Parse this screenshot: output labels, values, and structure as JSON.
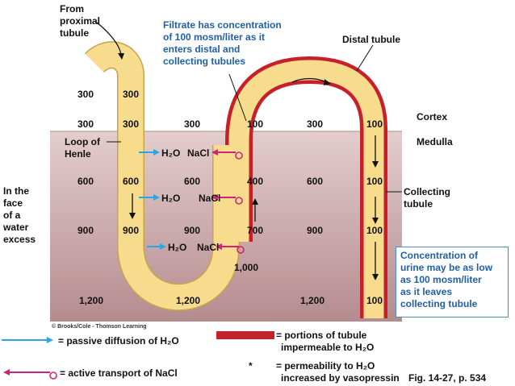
{
  "labels": {
    "from_proximal": [
      "From",
      "proximal",
      "tubule"
    ],
    "filtrate_note": [
      "Filtrate has concentration",
      "of 100 mosm/liter as it",
      "enters distal and",
      "collecting tubules"
    ],
    "distal_tubule": "Distal tubule",
    "cortex": "Cortex",
    "medulla": "Medulla",
    "loop_of_henle": [
      "Loop of",
      "Henle"
    ],
    "collecting_tubule": [
      "Collecting",
      "tubule"
    ],
    "in_the_face": [
      "In the",
      "face",
      "of a",
      "water",
      "excess"
    ],
    "urine_note": [
      "Concentration of",
      "urine may be as low",
      "as 100 mosm/liter",
      "as it leaves",
      "collecting tubule"
    ],
    "copyright": "© Brooks/Cole - Thomson Learning",
    "figure_ref": "Fig. 14-27, p. 534",
    "h2o": "H₂O",
    "nacl": "NaCl"
  },
  "values": {
    "interstitial_left": [
      "300",
      "300",
      "600",
      "900",
      "1,200"
    ],
    "loop_descending": [
      "300",
      "300",
      "600",
      "900"
    ],
    "interstitial_middle": [
      "300",
      "600",
      "900",
      "1,200"
    ],
    "ascending_limb": [
      "100",
      "400",
      "700",
      "1,000"
    ],
    "interstitial_right": [
      "300",
      "600",
      "900",
      "1,200"
    ],
    "collecting": [
      "100",
      "100",
      "100",
      "100"
    ]
  },
  "legend": {
    "passive": "= passive diffusion of H₂O",
    "active": "= active transport of NaCl",
    "impermeable": [
      "= portions of tubule",
      "impermeable to H₂O"
    ],
    "asterisk_symbol": "*",
    "vasopressin": [
      "= permeability to H₂O",
      "increased by vasopressin"
    ]
  },
  "colors": {
    "tubule_fill": "#f8dc8e",
    "tubule_edge": "#c9a24a",
    "impermeable": "#c8202a",
    "medulla_top": "#e2caca",
    "medulla_bottom": "#b58e92",
    "passive_arrow": "#2aa7e0",
    "active_arrow": "#d0237c",
    "blue_text": "#1f5fa8"
  }
}
